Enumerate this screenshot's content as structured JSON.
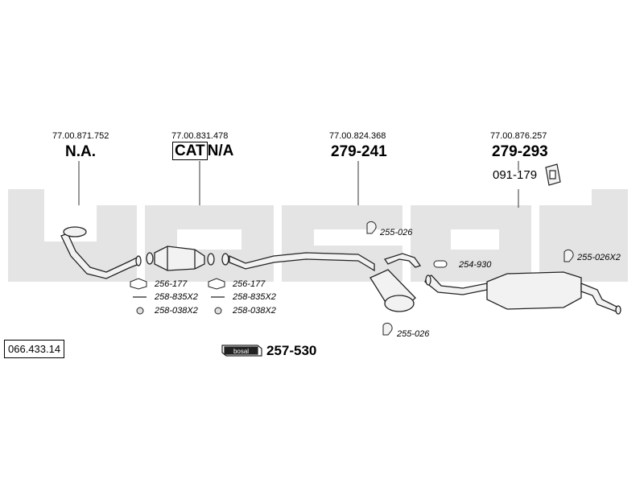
{
  "catalog_number": "066.433.14",
  "brand": "bosal",
  "sections": [
    {
      "ref": "77.00.871.752",
      "code": "N.A."
    },
    {
      "ref": "77.00.831.478",
      "code_boxed": "CAT",
      "code": "N/A"
    },
    {
      "ref": "77.00.824.368",
      "code": "279-241"
    },
    {
      "ref": "77.00.876.257",
      "code": "279-293",
      "sub_code": "091-179"
    }
  ],
  "parts": {
    "gasket_1": "256-177",
    "bolt_1": "258-835X2",
    "nut_1": "258-038X2",
    "gasket_2": "256-177",
    "bolt_2": "258-835X2",
    "nut_2": "258-038X2",
    "hanger_top": "255-026",
    "hanger_bottom": "255-026",
    "clamp": "254-930",
    "hanger_rear": "255-026X2"
  },
  "kit": {
    "logo_text": "bosal",
    "number": "257-530"
  },
  "colors": {
    "watermark": "#e4e4e4",
    "line": "#222222",
    "fill": "#f2f2f2"
  }
}
